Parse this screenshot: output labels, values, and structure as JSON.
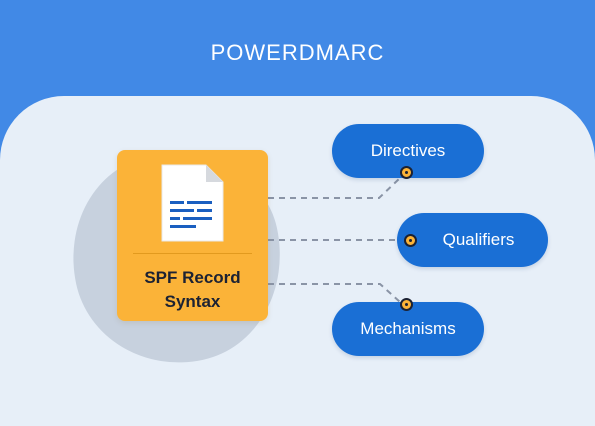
{
  "header": {
    "brand": "POWERDMARC"
  },
  "card": {
    "title_line1": "SPF Record",
    "title_line2": "Syntax",
    "icon": "document-icon"
  },
  "nodes": [
    {
      "label": "Directives"
    },
    {
      "label": "Qualifiers"
    },
    {
      "label": "Mechanisms"
    }
  ],
  "colors": {
    "header_bg": "#4189e6",
    "panel_bg": "#e7eff8",
    "card_bg": "#fbb338",
    "pill_bg": "#1a6fd5",
    "connector": "#8a94a6"
  }
}
